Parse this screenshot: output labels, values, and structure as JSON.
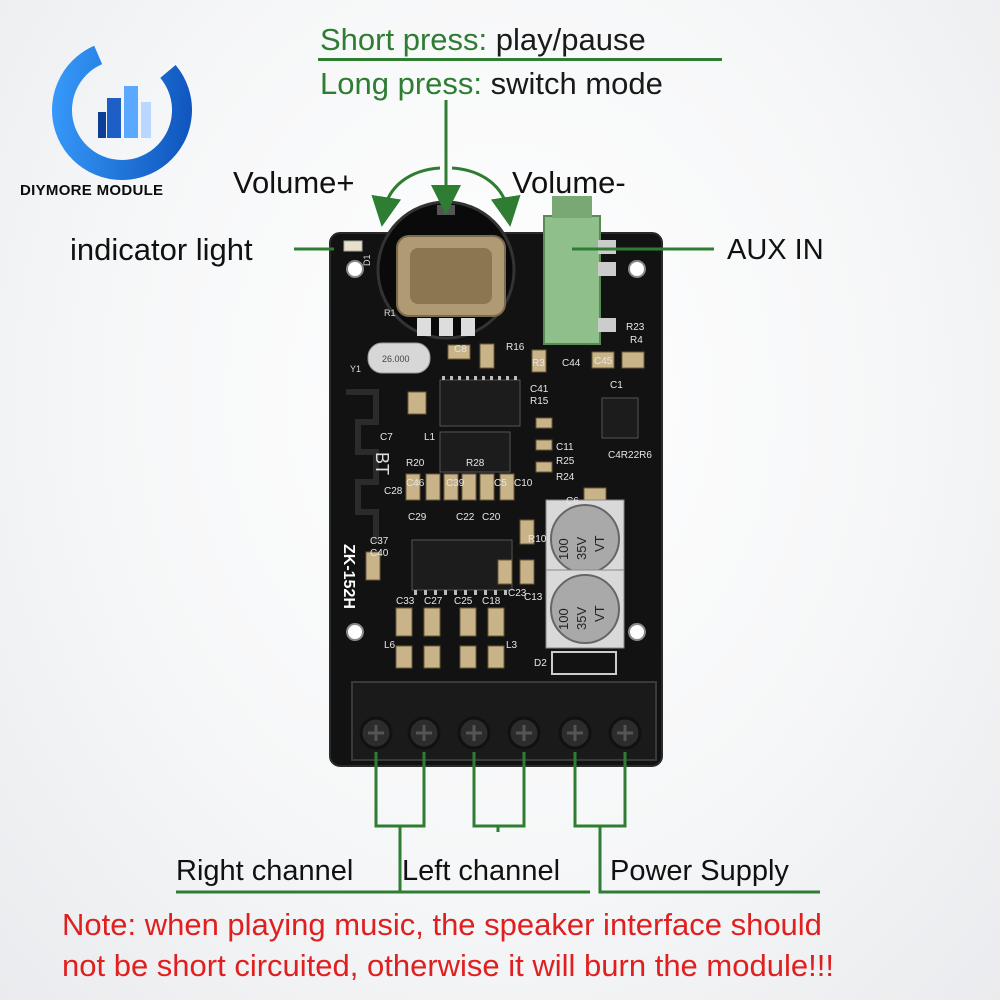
{
  "brand": {
    "name": "DIYMORE MODULE",
    "logo_icon": "diymore-logo-icon"
  },
  "button": {
    "short_press_label": "Short press:",
    "short_press_action": " play/pause",
    "long_press_label": "Long press:",
    "long_press_action": " switch mode"
  },
  "knob": {
    "volume_up": "Volume+",
    "volume_down": "Volume-"
  },
  "indicator_light": "indicator light",
  "aux_in": "AUX IN",
  "terminals": {
    "right_channel": "Right channel",
    "left_channel": "Left channel",
    "power_supply": "Power Supply"
  },
  "board": {
    "model": "ZK-152H",
    "bt_label": "BT",
    "capacitor_value": "100",
    "capacitor_voltage": "35V",
    "capacitor_series": "VT",
    "crystal": "26.000",
    "silk": {
      "c8": "C8",
      "r16": "R16",
      "r3": "R3",
      "c44": "C44",
      "c45": "C45",
      "r23": "R23",
      "r4": "R4",
      "c41": "C41",
      "r15": "R15",
      "c11": "C11",
      "r25": "R25",
      "r24": "R24",
      "r20": "R20",
      "r28": "R28",
      "c28": "C28",
      "c37": "C37",
      "c40": "C40",
      "c33": "C33",
      "c27": "C27",
      "c25": "C25",
      "c18": "C18",
      "l6": "L6",
      "l3": "L3",
      "d2": "D2",
      "c13": "C13",
      "c23": "C23",
      "c29": "C29",
      "c22": "C22",
      "c20": "C20",
      "y1": "Y1",
      "d1": "D1",
      "r1": "R1",
      "c7": "C7",
      "l1": "L1",
      "r10": "R10",
      "c4r22r6": "C4R22R6",
      "c6": "C6",
      "c46": "C46",
      "c39": "C39",
      "c5": "C5",
      "c10": "C10",
      "c1": "C1"
    }
  },
  "note": {
    "line1": "Note: when playing music, the speaker interface should",
    "line2": "not be short circuited, otherwise it will burn the module!!!"
  },
  "colors": {
    "label_green": "#2e7d32",
    "note_red": "#e02020",
    "pcb_black": "#121212",
    "aux_jack_green": "#8fbf8a",
    "logo_blue": "#1e6fd9"
  }
}
